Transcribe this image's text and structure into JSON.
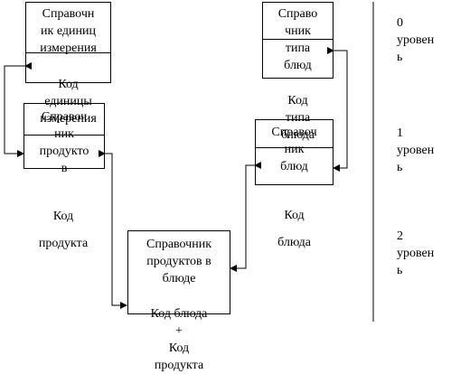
{
  "tables": {
    "units": {
      "title": "Справочн\nик единиц\nизмерения",
      "key": "Код\nединицы\nизмерения"
    },
    "products": {
      "title": "Справоч\nник\nпродукто\nв",
      "key": "Код\nпродукта"
    },
    "dish_types": {
      "title": "Справо\nчник\nтипа\nблюд",
      "key": "Код\nтипа\nблюда"
    },
    "dishes": {
      "title": "Справоч\nник\nблюд",
      "key": "Код\nблюда"
    },
    "dish_products": {
      "title": "Справочник\nпродуктов в\nблюде",
      "key": "Код блюда\n+\nКод\nпродукта"
    }
  },
  "levels": [
    {
      "label": "0\nуровен\nь"
    },
    {
      "label": "1\nуровен\nь"
    },
    {
      "label": "2\nуровен\nь"
    }
  ]
}
